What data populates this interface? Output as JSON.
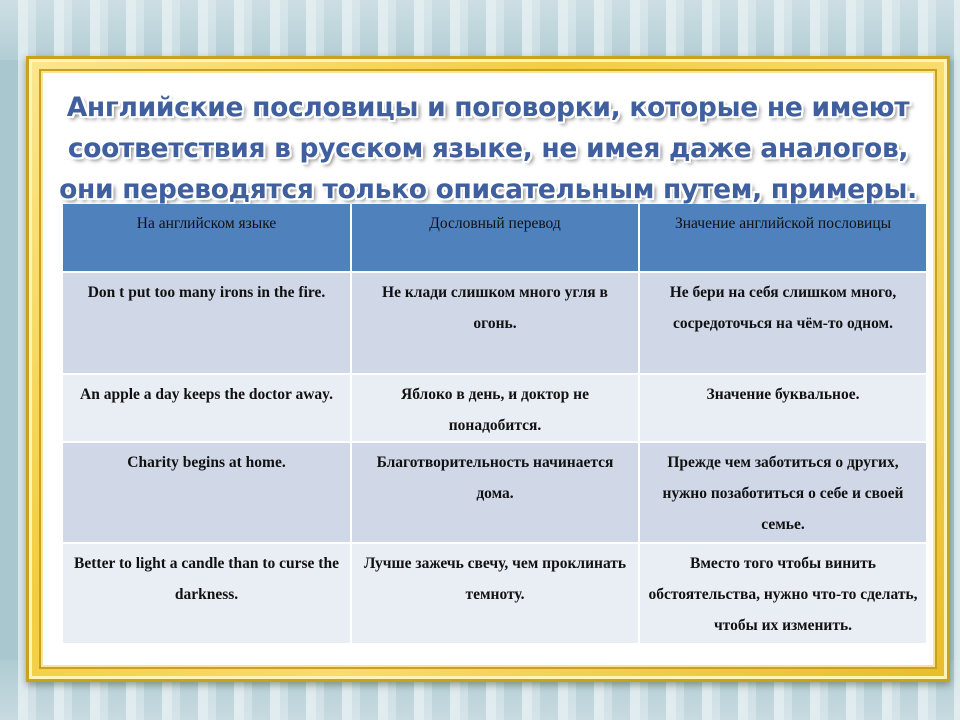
{
  "title": "Английские пословицы и поговорки, которые не имеют соответствия в русском языке, не имея даже аналогов, они переводятся только описательным путем, примеры.",
  "table": {
    "headers": [
      "На английском языке",
      "Дословный перевод",
      "Значение английской пословицы"
    ],
    "rows": [
      [
        "Don t put too many irons in the fire.",
        "Не клади слишком много угля в огонь.",
        "Не бери на себя слишком много, сосредоточься на чём-то одном."
      ],
      [
        "An apple a day keeps the doctor away.",
        "Яблоко в день, и доктор не понадобится.",
        "Значение буквальное."
      ],
      [
        "Charity begins at home.",
        "Благотворительность начинается дома.",
        "Прежде чем заботиться о других, нужно позаботиться о себе и своей семье."
      ],
      [
        "Better to light a candle than to curse the darkness.",
        "Лучше зажечь свечу, чем проклинать темноту.",
        "Вместо того чтобы винить обстоятельства, нужно что-то сделать, чтобы их изменить."
      ]
    ]
  }
}
